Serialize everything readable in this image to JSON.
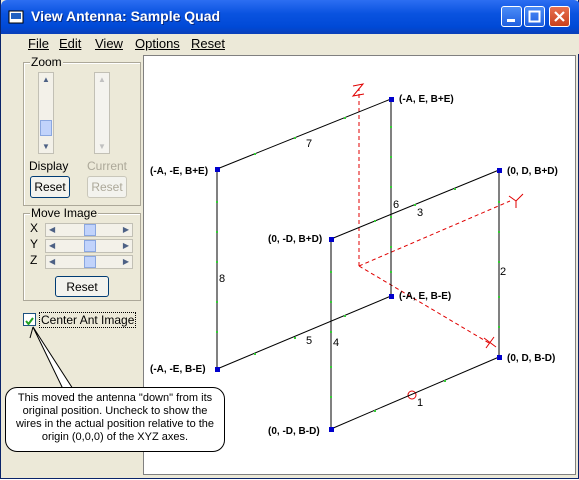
{
  "window": {
    "title": "View Antenna: Sample Quad"
  },
  "menu": [
    "File",
    "Edit",
    "View",
    "Options",
    "Reset"
  ],
  "zoom": {
    "group_label": "Zoom",
    "display_label": "Display",
    "current_label": "Current",
    "reset_label": "Reset",
    "reset_current_label": "Reset"
  },
  "move": {
    "group_label": "Move Image",
    "axes": [
      "X",
      "Y",
      "Z"
    ],
    "reset_label": "Reset"
  },
  "center_checkbox": {
    "label": "Center Ant Image",
    "checked": true
  },
  "callout": {
    "text": "This moved the antenna \"down\" from its original position.  Uncheck to show the wires in the actual position relative to the origin (0,0,0) of the XYZ axes."
  },
  "antenna": {
    "points": [
      "(-A, E, B+E)",
      "(-A, -E, B+E)",
      "(0, D, B+D)",
      "(0, -D, B+D)",
      "(-A, E, B-E)",
      "(-A, -E, B-E)",
      "(0, D, B-D)",
      "(0, -D, B-D)"
    ],
    "wires": [
      "1",
      "2",
      "3",
      "4",
      "5",
      "6",
      "7",
      "8"
    ],
    "axes": [
      "X",
      "Y",
      "Z"
    ]
  },
  "colors": {
    "wire": "#000000",
    "segment_marker": "#33cc33",
    "vertex": "#0000cc",
    "axis": "#e00000"
  }
}
